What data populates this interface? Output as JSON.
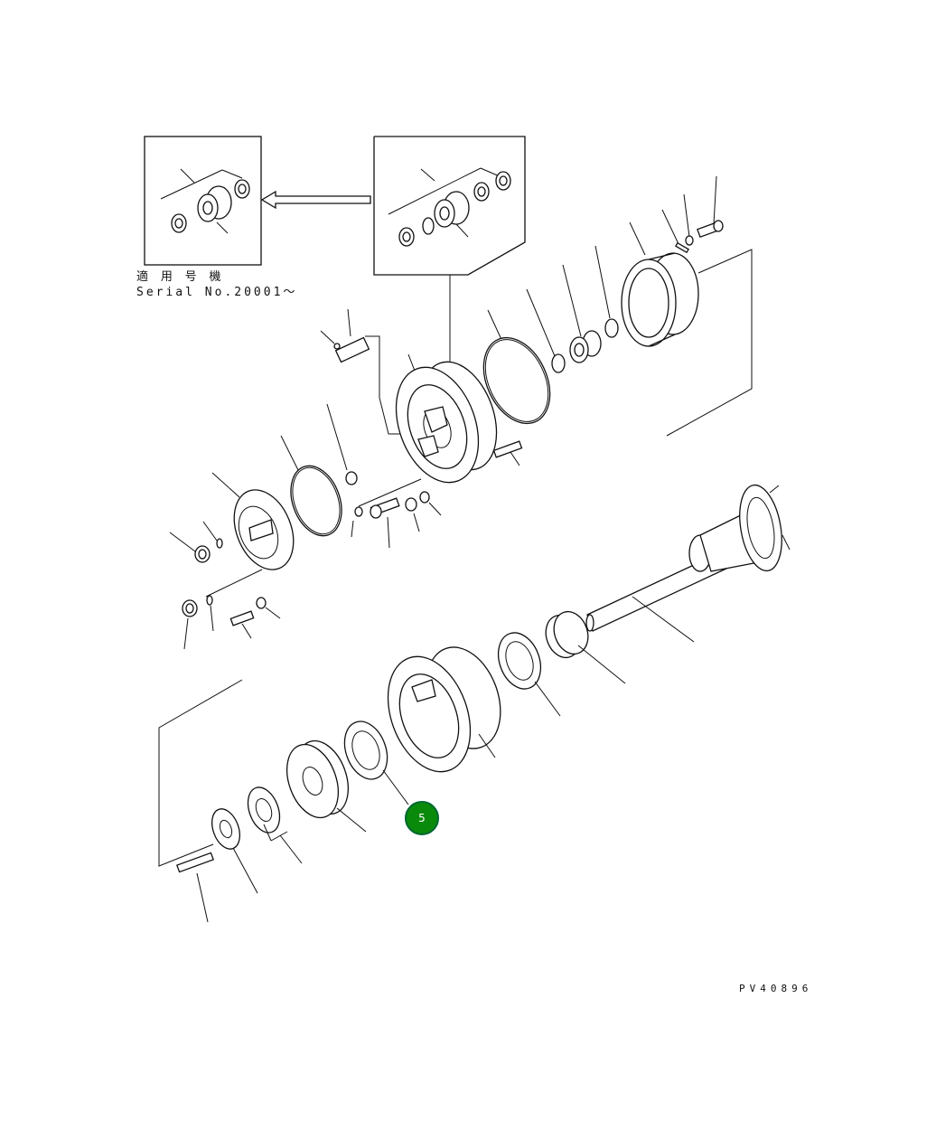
{
  "serial_note": {
    "line1": "適 用 号 機",
    "line2": "Serial No.20001～"
  },
  "drawing_code": "PV40896",
  "callouts": [
    {
      "label": "5",
      "color": "#0a8a0a"
    }
  ]
}
